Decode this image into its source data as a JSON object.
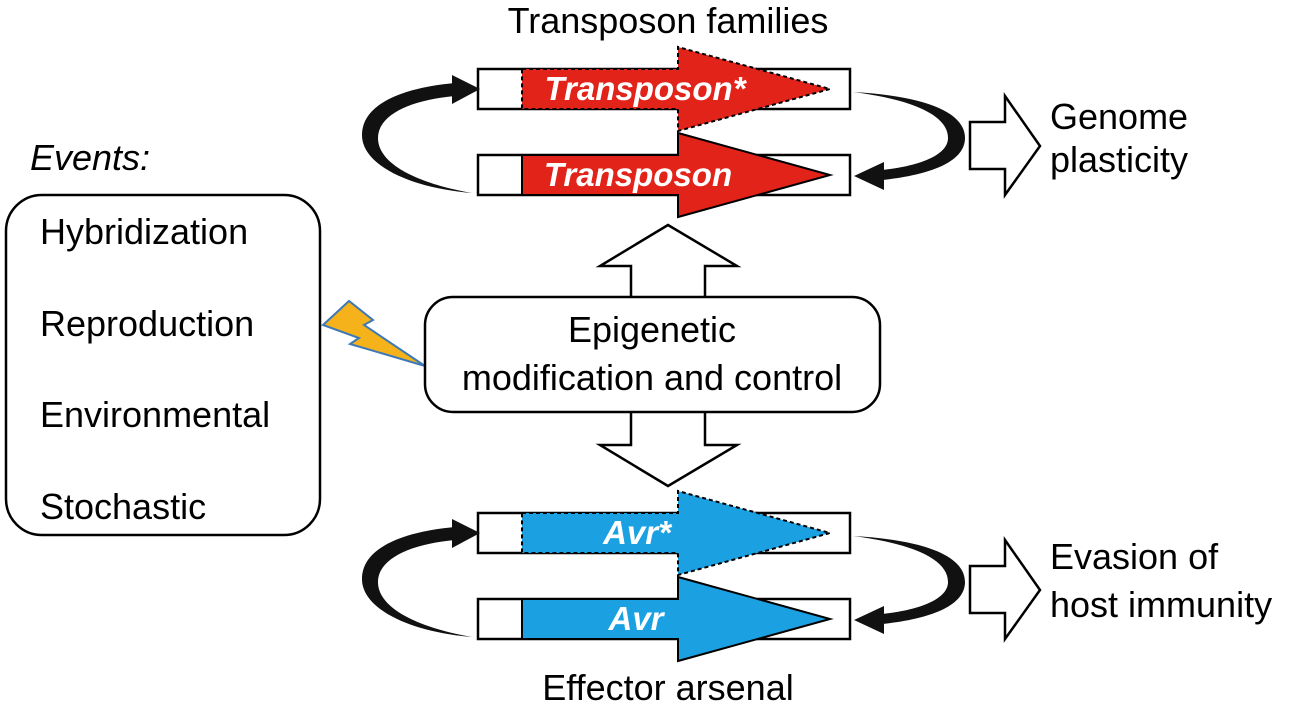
{
  "title_top": "Transposon families",
  "title_bottom": "Effector arsenal",
  "transposon_variant_label": "Transposon*",
  "transposon_label": "Transposon",
  "avr_variant_label": "Avr*",
  "avr_label": "Avr",
  "outcome_top": {
    "line1": "Genome",
    "line2": "plasticity"
  },
  "outcome_bottom": {
    "line1": "Evasion of",
    "line2": "host immunity"
  },
  "events": {
    "heading": "Events:",
    "items": [
      "Hybridization",
      "Reproduction",
      "Environmental",
      "Stochastic"
    ]
  },
  "center_box": {
    "line1": "Epigenetic",
    "line2": "modification and control"
  },
  "colors": {
    "transposon": "#e2231a",
    "avr": "#1ba1e2",
    "lightning_fill": "#f5b21a",
    "lightning_stroke": "#3d79b5"
  }
}
